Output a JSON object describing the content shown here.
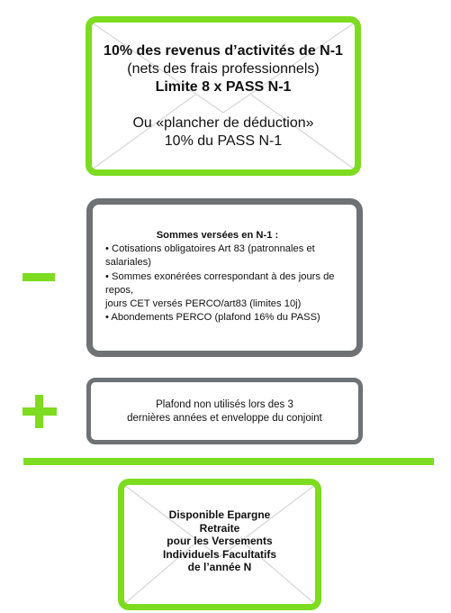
{
  "top_box": {
    "line1": "10% des revenus d’activités de N-1",
    "line2": "(nets des frais professionnels)",
    "line3": "Limite 8 x PASS N-1",
    "line4": "Ou «plancher de déduction»",
    "line5": "10% du PASS N-1"
  },
  "minus_box": {
    "heading": "Sommes versées en N-1 :",
    "lines": [
      "• Cotisations obligatoires Art 83 (patronnales et salariales)",
      "• Sommes exonérées correspondant à des jours de repos,",
      "jours CET versés PERCO/art83 (limites 10j)",
      "• Abondements PERCO (plafond 16% du PASS)"
    ]
  },
  "plus_box": {
    "line1": "Plafond non utilisés lors des 3",
    "line2": "dernières années et enveloppe du conjoint"
  },
  "result_box": {
    "line1": "Disponible Epargne",
    "line2": "Retraite",
    "line3": "pour les Versements",
    "line4": "Individuels Facultatifs",
    "line5": "de l’année N"
  },
  "colors": {
    "accent_green": "#7ddc1f",
    "box_gray": "#6e7274",
    "envelope_lines": "#d6d6d6"
  }
}
